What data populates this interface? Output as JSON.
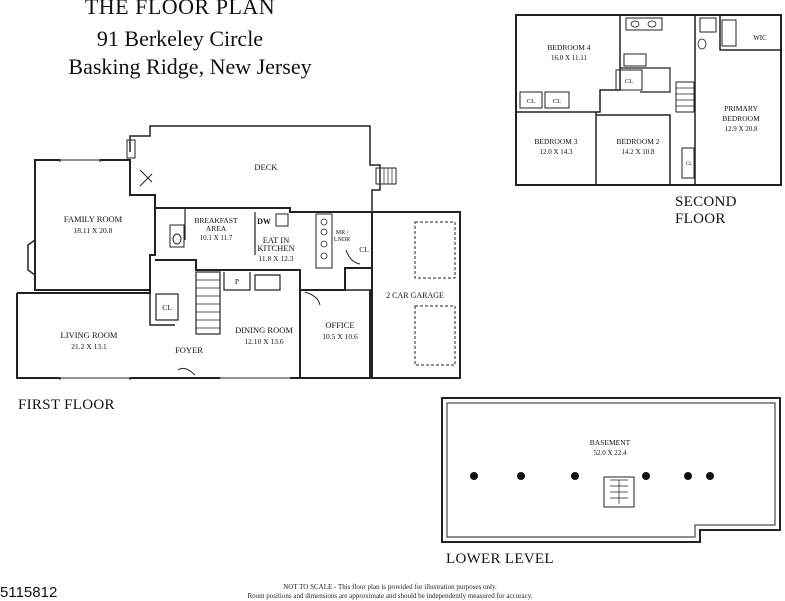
{
  "header": {
    "title": "THE FLOOR PLAN",
    "address_line1": "91 Berkeley Circle",
    "address_line2": "Basking Ridge, New Jersey"
  },
  "levels": {
    "first": "FIRST FLOOR",
    "second": "SECOND FLOOR",
    "lower": "LOWER LEVEL"
  },
  "first_floor": {
    "deck": "DECK",
    "family_room": {
      "name": "FAMILY ROOM",
      "size": "18.11 X 20.8"
    },
    "breakfast": {
      "name_line1": "BREAKFAST",
      "name_line2": "AREA",
      "size": "10.1 X 11.7"
    },
    "kitchen": {
      "name_line1": "EAT IN",
      "name_line2": "KITCHEN",
      "size": "11.8 X 12.3"
    },
    "dw": "DW",
    "mr": "MR /",
    "lndr": "LNDR",
    "cl_kitchen": "CL",
    "garage": "2 CAR GARAGE",
    "pantry": "P",
    "cl_foyer": "CL",
    "living_room": {
      "name": "LIVING ROOM",
      "size": "21.2 X 13.1"
    },
    "foyer": "FOYER",
    "dining_room": {
      "name": "DINING ROOM",
      "size": "12.10 X 13.6"
    },
    "office": {
      "name": "OFFICE",
      "size": "10.5 X 10.6"
    }
  },
  "second_floor": {
    "bedroom4": {
      "name": "BEDROOM 4",
      "size": "16.0 X 11.11"
    },
    "bedroom3": {
      "name": "BEDROOM 3",
      "size": "12.0 X 14.3"
    },
    "bedroom2": {
      "name": "BEDROOM 2",
      "size": "14.2 X 10.8"
    },
    "primary": {
      "name_line1": "PRIMARY",
      "name_line2": "BEDROOM",
      "size": "12.9 X 20.8"
    },
    "wic": "WIC",
    "cl_a": "CL",
    "cl_b": "CL",
    "cl_c": "CL",
    "cl_d": "CL"
  },
  "lower_level": {
    "basement": {
      "name": "BASEMENT",
      "size": "52.0 X 22.4"
    }
  },
  "footer": {
    "line1": "NOT TO SCALE - This floor plan is provided for illustration purposes only.",
    "line2": "Room positions and dimensions are approximate and should be independently measured for accuracy.",
    "mls_number": "5115812"
  }
}
